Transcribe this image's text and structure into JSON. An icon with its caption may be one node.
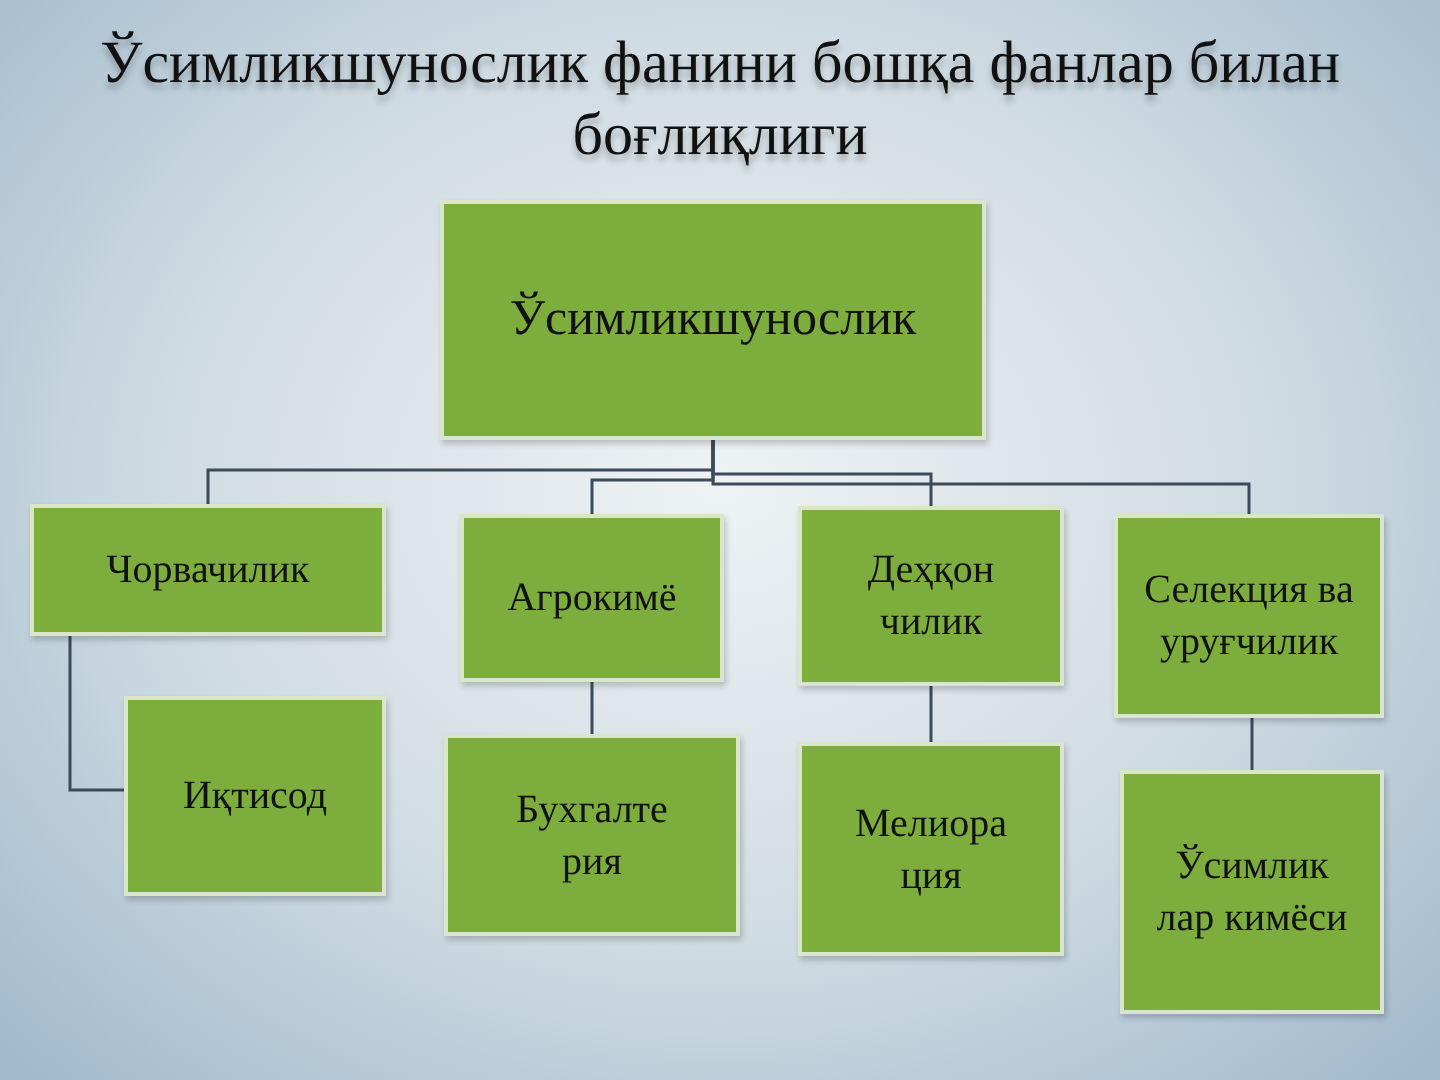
{
  "diagram": {
    "title": "Ўсимликшунослик фанини бошқа фанлар билан боғлиқлиги",
    "nodes": [
      {
        "text": [
          "Ўсимликшунослик"
        ]
      },
      {
        "text": [
          "Чорвачилик"
        ]
      },
      {
        "text": [
          "Агрокимё"
        ]
      },
      {
        "text": [
          "Деҳқон чилик"
        ]
      },
      {
        "text": [
          "Селекция ва уруғчилик"
        ]
      },
      {
        "text": [
          "Иқтисод"
        ]
      },
      {
        "text": [
          "Бухгалте рия"
        ]
      },
      {
        "text": [
          "Мелиора ция"
        ]
      },
      {
        "text": [
          "Ўсимлик лар кимёси"
        ]
      }
    ],
    "edges": [
      {
        "from": 0,
        "to": 1,
        "arrow": "none"
      },
      {
        "from": 0,
        "to": 2,
        "arrow": "none"
      },
      {
        "from": 0,
        "to": 3,
        "arrow": "none"
      },
      {
        "from": 0,
        "to": 4,
        "arrow": "none"
      },
      {
        "from": 1,
        "to": 5,
        "arrow": "none"
      },
      {
        "from": 2,
        "to": 6,
        "arrow": "none"
      },
      {
        "from": 3,
        "to": 7,
        "arrow": "none"
      },
      {
        "from": 4,
        "to": 8,
        "arrow": "none"
      }
    ]
  }
}
